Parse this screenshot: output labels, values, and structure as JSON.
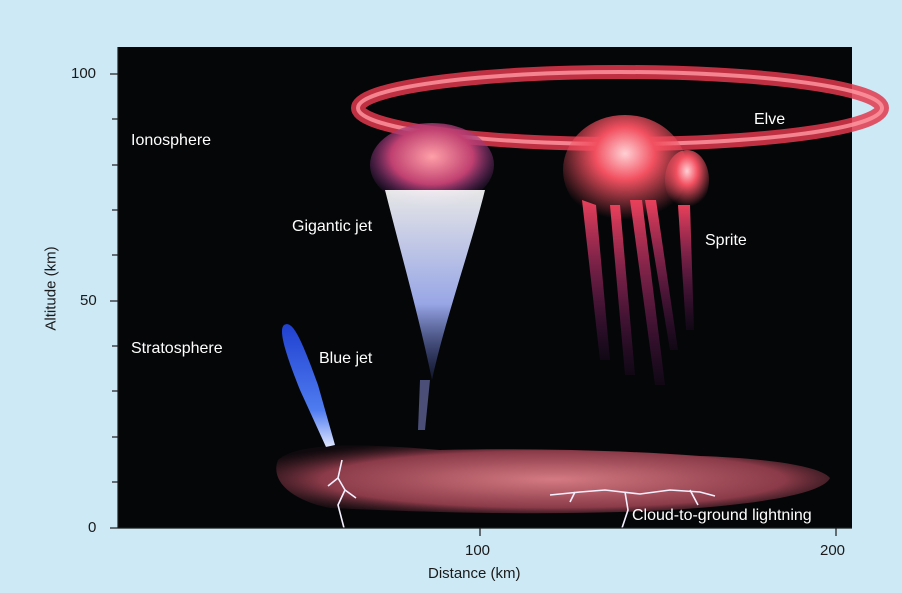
{
  "y_axis": {
    "title": "Altitude (km)",
    "ticks": [
      "0",
      "50",
      "100"
    ]
  },
  "x_axis": {
    "title": "Distance (km)",
    "ticks": [
      "100",
      "200"
    ]
  },
  "labels": {
    "ionosphere": "Ionosphere",
    "stratosphere": "Stratosphere",
    "gigantic_jet": "Gigantic jet",
    "blue_jet": "Blue jet",
    "sprite": "Sprite",
    "elve": "Elve",
    "cloud_to_ground": "Cloud-to-ground lightning"
  },
  "colors": {
    "background": "#cde9f5",
    "sky": "#050608",
    "elve": "#e2384e",
    "sprite": "#f05060",
    "sprite_tail": "#b02a8c",
    "blue_jet": "#2b4fd6",
    "gigantic_jet": "#dfe8ff",
    "cloud": "#c0666e"
  }
}
